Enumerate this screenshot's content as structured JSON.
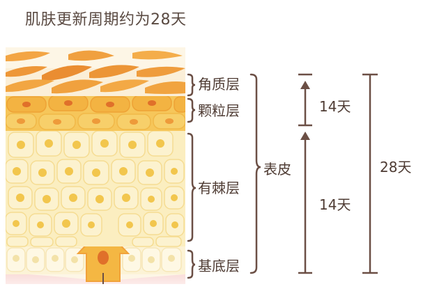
{
  "title": "肌肤更新周期约为28天",
  "layers": {
    "stratum_corneum": "角质层",
    "stratum_granulosum": "颗粒层",
    "stratum_spinosum": "有棘层",
    "stratum_basale": "基底层"
  },
  "epidermis_label": "表皮",
  "durations": {
    "upper": "14天",
    "lower": "14天",
    "total": "28天"
  },
  "colors": {
    "brown_line": "#6b4f45",
    "orange_dark": "#e8892a",
    "orange_mid": "#f3b042",
    "yellow_light": "#f7dd8c",
    "cream": "#fbf1c9",
    "pink_dermis": "#f7d2cf"
  }
}
